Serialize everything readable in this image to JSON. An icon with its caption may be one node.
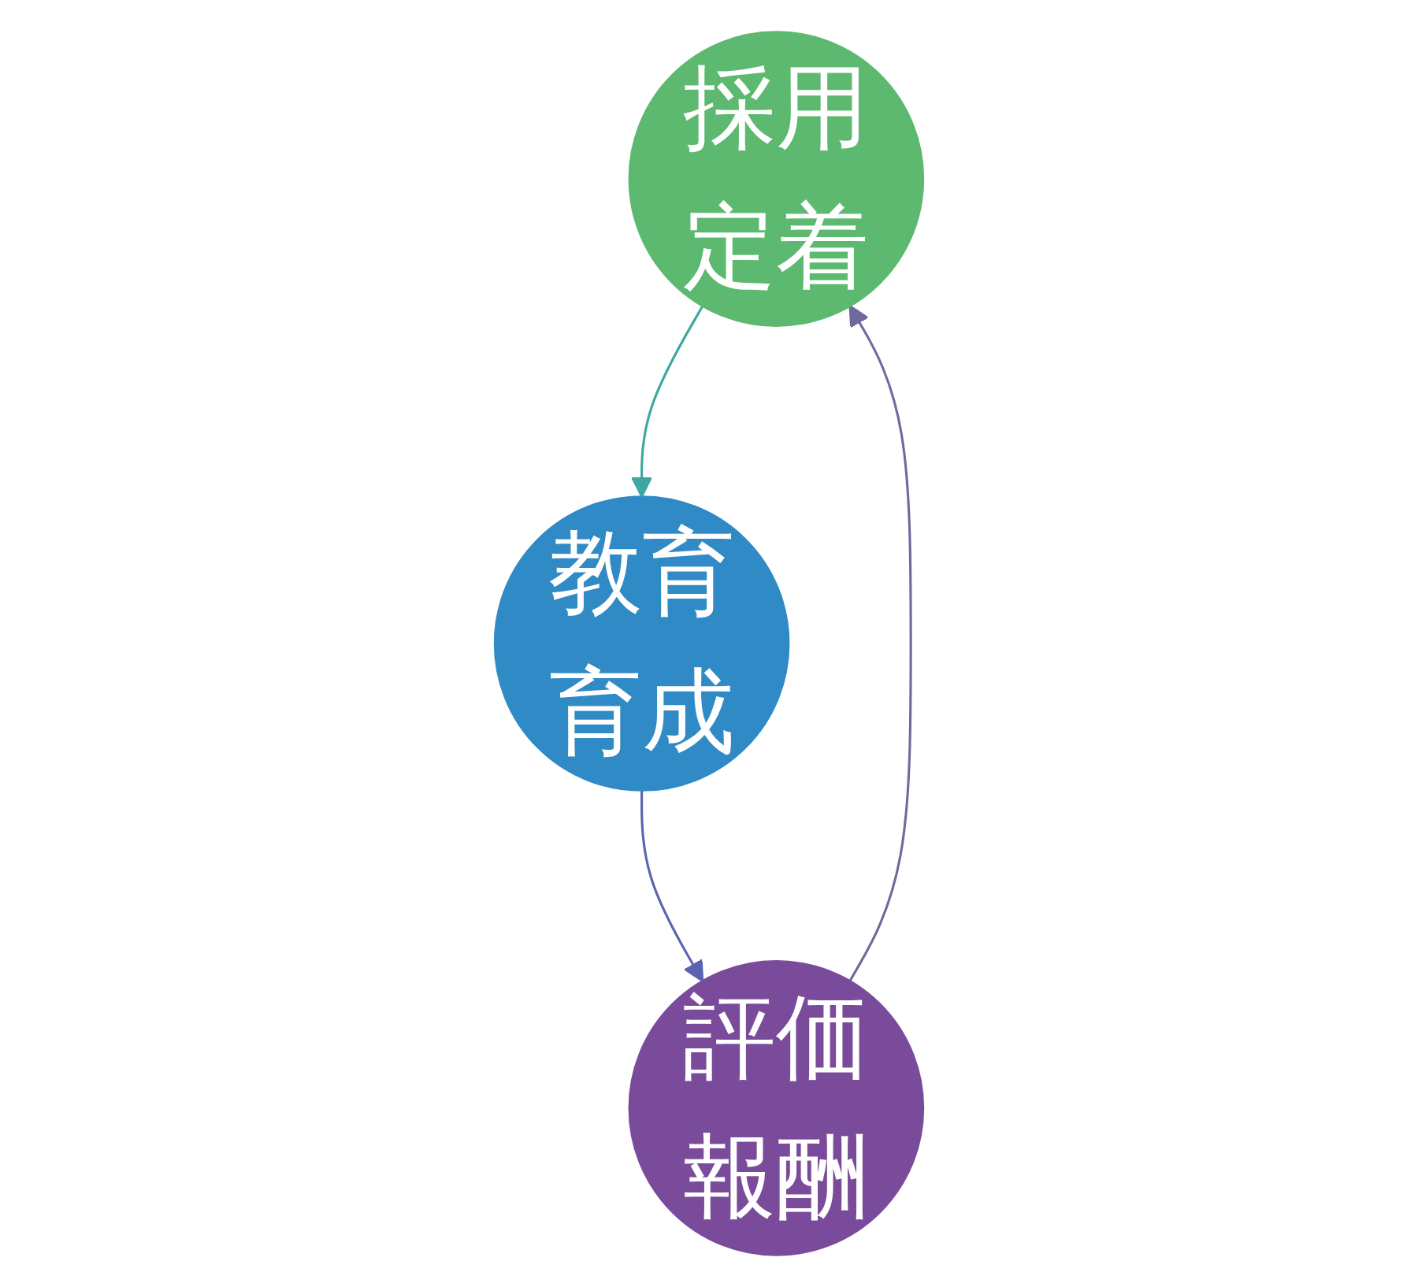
{
  "diagram": {
    "nodes": [
      {
        "text": [
          "採用定着"
        ]
      },
      {
        "text": [
          "教育育成"
        ]
      },
      {
        "text": [
          "評価報酬"
        ]
      }
    ],
    "edges": [
      {
        "from": 0,
        "to": 1,
        "arrow": "to",
        "color": "#3fa7a0"
      },
      {
        "from": 1,
        "to": 2,
        "arrow": "to",
        "color": "#5a64b0"
      },
      {
        "from": 2,
        "to": 0,
        "arrow": "to",
        "color": "#6f6a9c"
      }
    ]
  }
}
